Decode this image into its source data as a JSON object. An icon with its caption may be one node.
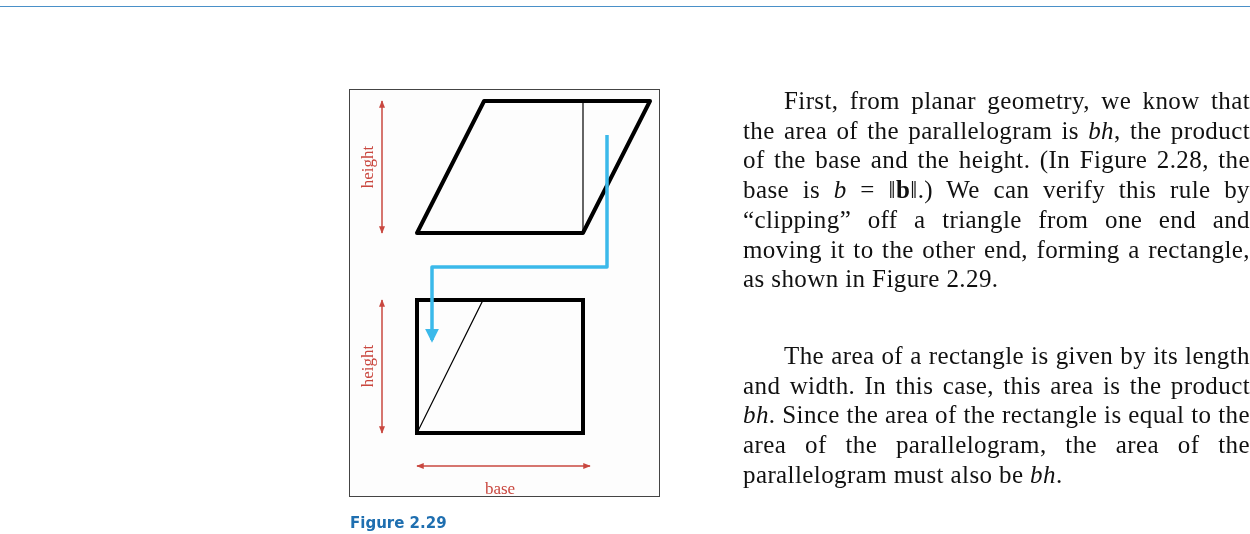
{
  "diagram": {
    "caption": "Figure 2.29",
    "nodes": [
      {
        "text": [],
        "shape": "parallelogram"
      },
      {
        "text": [],
        "shape": "triangle",
        "in": 0
      },
      {
        "text": [],
        "shape": "box"
      },
      {
        "text": [],
        "shape": "triangle",
        "in": 2
      }
    ],
    "edges": [
      {
        "from": 1,
        "to": 3,
        "arrow": "to",
        "color": "#3bb9ea"
      }
    ],
    "labels": [
      "height",
      "height",
      "base",
      "First, from planar geometry, we know that the area of the parallelogram is *bh*, the product of the base and the height. (In Figure 2.28, the base is *b* = ‖**b**‖.) We can verify this rule by “clipping” off a triangle from one end and moving it to the other end, forming a rectangle, as shown in Figure 2.29.",
      "The area of a rectangle is given by its length and width. In this case, this area is the product *bh*. Since the area of the rectangle is equal to the area of the parallelogram, the area of the parallelogram must also be *bh*."
    ]
  }
}
